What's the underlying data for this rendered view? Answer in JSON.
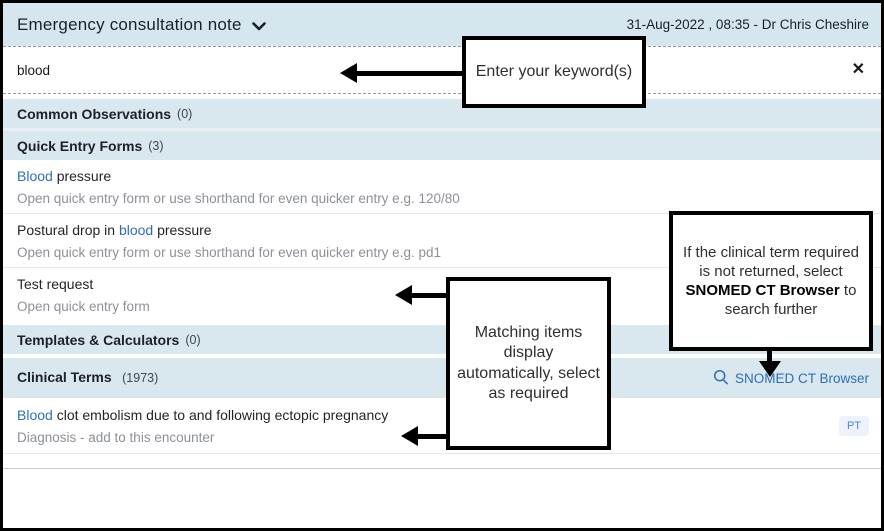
{
  "window": {
    "title": "Emergency consultation note",
    "meta": "31-Aug-2022 , 08:35 - Dr Chris Cheshire"
  },
  "search": {
    "value": "blood",
    "close_icon": "✕"
  },
  "sections": {
    "common_observations": {
      "title": "Common Observations",
      "count": "(0)"
    },
    "quick_entry_forms": {
      "title": "Quick Entry Forms",
      "count": "(3)"
    },
    "templates_calculators": {
      "title": "Templates & Calculators",
      "count": "(0)"
    },
    "clinical_terms": {
      "title": "Clinical Terms",
      "count": "(1973)",
      "browser_link": "SNOMED CT Browser"
    }
  },
  "quick_entry_items": [
    {
      "title_parts": [
        {
          "text": "Blood",
          "highlight": true
        },
        {
          "text": " pressure",
          "highlight": false
        }
      ],
      "subtitle": "Open quick entry form or use shorthand for even quicker entry e.g. 120/80"
    },
    {
      "title_parts": [
        {
          "text": "Postural drop in ",
          "highlight": false
        },
        {
          "text": "blood",
          "highlight": true
        },
        {
          "text": " pressure",
          "highlight": false
        }
      ],
      "subtitle": "Open quick entry form or use shorthand for even quicker entry e.g. pd1"
    },
    {
      "title_parts": [
        {
          "text": "Test request",
          "highlight": false
        }
      ],
      "subtitle": "Open quick entry form"
    }
  ],
  "clinical_term_items": [
    {
      "title_parts": [
        {
          "text": "Blood",
          "highlight": true
        },
        {
          "text": " clot embolism due to and following ectopic pregnancy",
          "highlight": false
        }
      ],
      "subtitle": "Diagnosis - add to this encounter",
      "badge": "PT"
    }
  ],
  "callouts": {
    "keywords": {
      "text": "Enter your keyword(s)"
    },
    "matching": {
      "text": "Matching items display automatically, select as required"
    },
    "snomed": {
      "pre": "If the clinical term required is not returned, select ",
      "bold": "SNOMED CT Browser",
      "post": " to search further"
    }
  },
  "colors": {
    "title_bar_bg": "#d5e6ef",
    "section_bar_bg": "#d9e7ee",
    "highlight_blue": "#2e6fb8",
    "subtitle_gray": "#8b9198",
    "badge_bg": "#edf2fb",
    "badge_text": "#4c83ea",
    "annotation_border": "#000000"
  }
}
